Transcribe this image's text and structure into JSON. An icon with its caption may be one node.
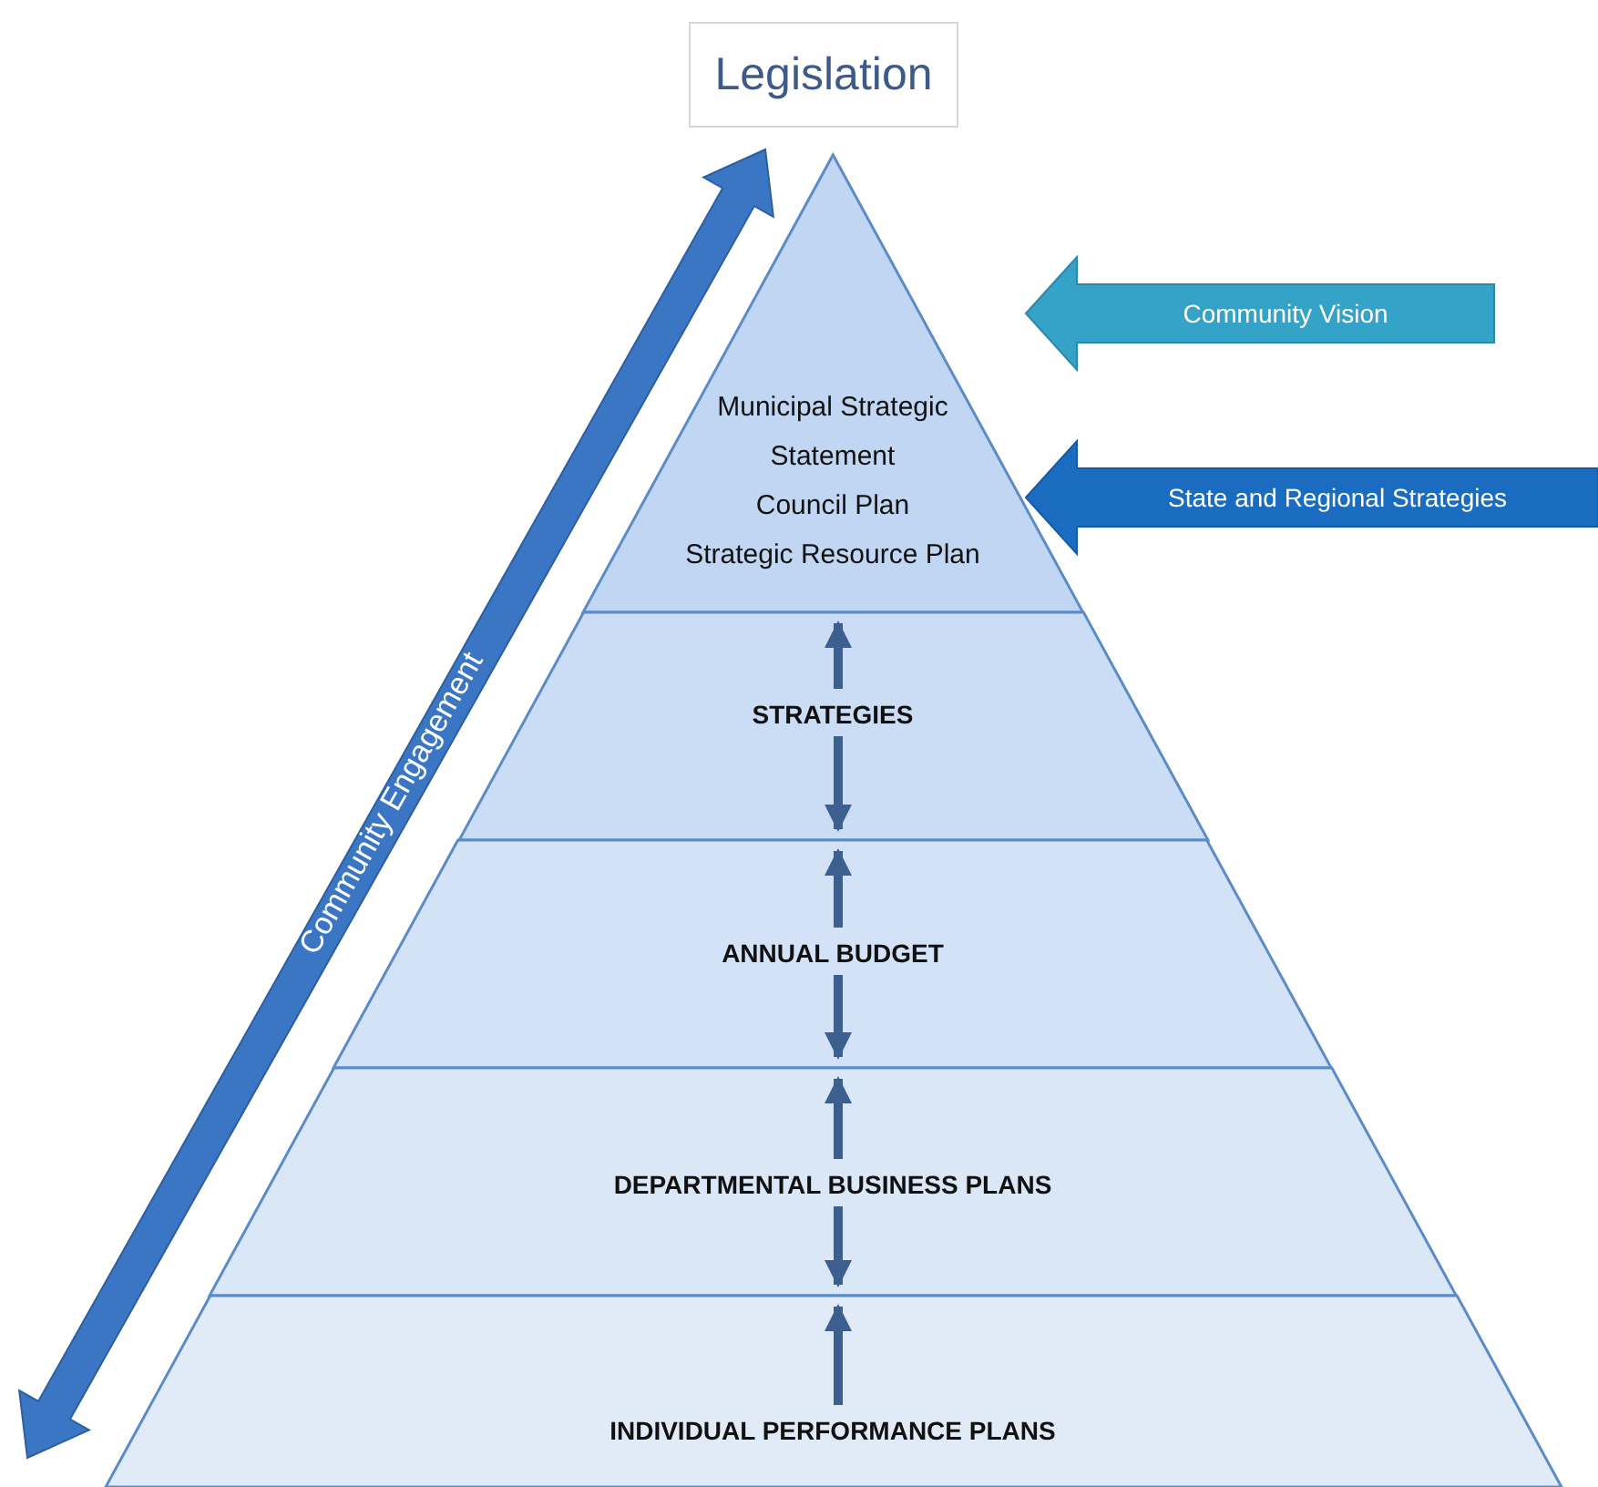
{
  "diagram": {
    "nodes": [
      {
        "text": [
          "Legislation"
        ]
      },
      {
        "text": [
          "Municipal Strategic Statement",
          "Council Plan",
          "Strategic Resource Plan"
        ]
      },
      {
        "text": [
          "STRATEGIES"
        ]
      },
      {
        "text": [
          "ANNUAL BUDGET"
        ]
      },
      {
        "text": [
          "DEPARTMENTAL BUSINESS PLANS"
        ]
      },
      {
        "text": [
          "INDIVIDUAL PERFORMANCE PLANS"
        ]
      }
    ],
    "edges": [
      {
        "from": null,
        "to": 1,
        "arrow": "to",
        "label": "Community Vision",
        "style": "thick",
        "color": "#35a3c8"
      },
      {
        "from": null,
        "to": 1,
        "arrow": "to",
        "label": "State and Regional Strategies",
        "style": "thick",
        "color": "#1a6cc0"
      },
      {
        "from": 2,
        "to": 1,
        "arrow": "to"
      },
      {
        "from": 2,
        "to": 3,
        "arrow": "to"
      },
      {
        "from": 3,
        "to": 2,
        "arrow": "to"
      },
      {
        "from": 3,
        "to": 4,
        "arrow": "to"
      },
      {
        "from": 4,
        "to": 3,
        "arrow": "to"
      },
      {
        "from": 4,
        "to": 5,
        "arrow": "to"
      },
      {
        "from": 5,
        "to": 4,
        "arrow": "to"
      }
    ],
    "labels": [
      "Community Engagement"
    ]
  }
}
